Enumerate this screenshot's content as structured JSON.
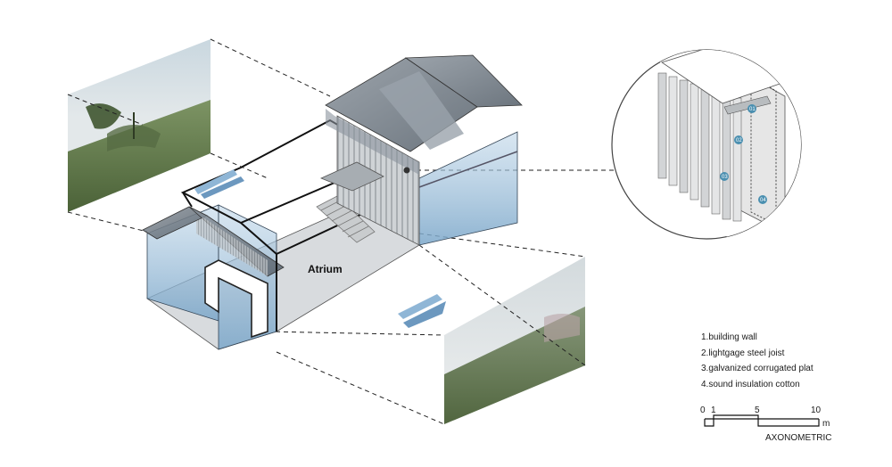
{
  "diagram": {
    "atrium_label": "Atrium",
    "detail_callouts": [
      "01",
      "02",
      "03",
      "04"
    ]
  },
  "legend": {
    "items": [
      "1.building wall",
      "2.lightgage steel joist",
      "3.galvanized corrugated plat",
      "4.sound insulation cotton"
    ]
  },
  "scale_bar": {
    "ticks": [
      "0",
      "1",
      "5",
      "10"
    ],
    "unit": "m",
    "caption": "AXONOMETRIC"
  },
  "colors": {
    "glass_blue": "#8fb6d6",
    "glass_dark": "#5f7f99",
    "roof_gray": "#6e7680",
    "accent_callout": "#4a8fb0"
  }
}
